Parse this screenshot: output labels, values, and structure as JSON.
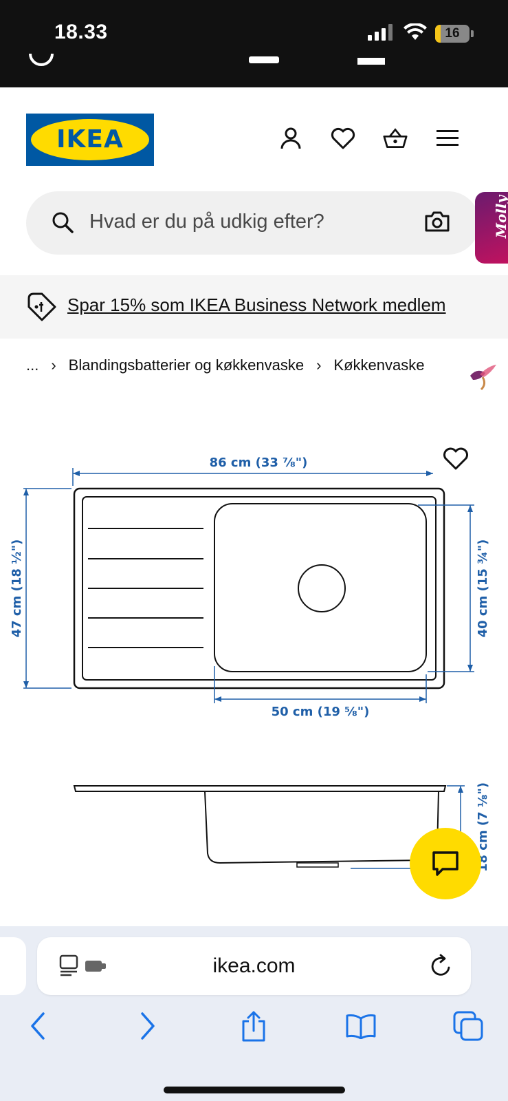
{
  "status": {
    "time": "18.33",
    "battery": "16",
    "battery_level": 0.16
  },
  "header": {
    "logo": "IKEA"
  },
  "search": {
    "placeholder": "Hvad er du på udkig efter?"
  },
  "assistant": {
    "label": "Molly"
  },
  "business_banner": {
    "text": "Spar 15% som IKEA Business Network medlem"
  },
  "breadcrumb": {
    "items": [
      "...",
      "Blandingsbatterier og køkkenvaske",
      "Køkkenvaske"
    ]
  },
  "product_image": {
    "dimensions": {
      "width_total": "86 cm (33 ⅞\")",
      "depth_total": "47 cm (18 ½\")",
      "bowl_depth": "40 cm (15 ¾\")",
      "bowl_width": "50 cm (19 ⅝\")",
      "height": "18 cm (7 ⅛\")"
    }
  },
  "browser": {
    "url": "ikea.com"
  },
  "colors": {
    "ikea_blue": "#0058a3",
    "ikea_yellow": "#ffdb00",
    "dimension_blue": "#1f5fa8",
    "molly": "#a0155f"
  },
  "icons": [
    "profile-icon",
    "heart-icon",
    "basket-icon",
    "menu-icon",
    "search-icon",
    "camera-icon",
    "tag-icon",
    "chat-icon",
    "reader-icon",
    "reload-icon",
    "back-icon",
    "forward-icon",
    "share-icon",
    "bookmarks-icon",
    "tabs-icon"
  ]
}
